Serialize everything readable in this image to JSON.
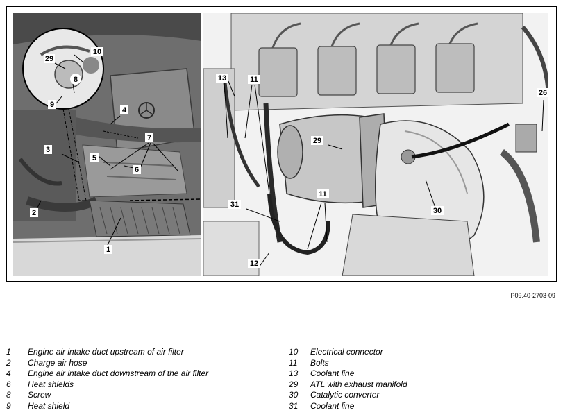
{
  "figure_id": "P09.40-2703-09",
  "legend": {
    "left": [
      {
        "num": "1",
        "text": "Engine air intake duct upstream of air filter"
      },
      {
        "num": "2",
        "text": "Charge air hose"
      },
      {
        "num": "4",
        "text": "Engine air intake duct downstream of the air filter"
      },
      {
        "num": "6",
        "text": "Heat shields"
      },
      {
        "num": "8",
        "text": "Screw"
      },
      {
        "num": "9",
        "text": "Heat shield"
      }
    ],
    "right": [
      {
        "num": "10",
        "text": "Electrical connector"
      },
      {
        "num": "11",
        "text": "Bolts"
      },
      {
        "num": "13",
        "text": "Coolant line"
      },
      {
        "num": "29",
        "text": "ATL with exhaust manifold"
      },
      {
        "num": "30",
        "text": "Catalytic converter"
      },
      {
        "num": "31",
        "text": "Coolant line"
      }
    ]
  },
  "callouts": {
    "c1": "1",
    "c2": "2",
    "c3": "3",
    "c4": "4",
    "c5": "5",
    "c6": "6",
    "c7": "7",
    "c8": "8",
    "c9": "9",
    "c10": "10",
    "c29l": "29",
    "c13": "13",
    "c11a": "11",
    "c11b": "11",
    "c26": "26",
    "c29": "29",
    "c30": "30",
    "c31": "31",
    "c12": "12"
  }
}
